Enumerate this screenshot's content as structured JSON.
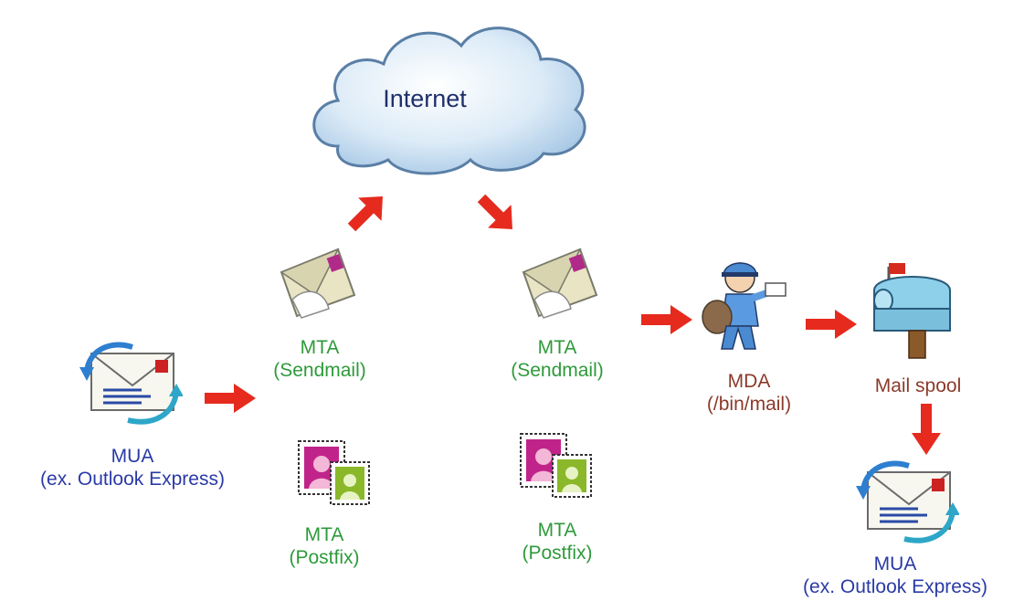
{
  "cloud": {
    "label": "Internet"
  },
  "mua_left": {
    "line1": "MUA",
    "line2": "(ex. Outlook Express)"
  },
  "mta_send_1": {
    "line1": "MTA",
    "line2": "(Sendmail)"
  },
  "mta_post_1": {
    "line1": "MTA",
    "line2": "(Postfix)"
  },
  "mta_send_2": {
    "line1": "MTA",
    "line2": "(Sendmail)"
  },
  "mta_post_2": {
    "line1": "MTA",
    "line2": "(Postfix)"
  },
  "mda": {
    "line1": "MDA",
    "line2": "(/bin/mail)"
  },
  "mail_spool": {
    "label": "Mail spool"
  },
  "mua_right": {
    "line1": "MUA",
    "line2": "(ex. Outlook Express)"
  },
  "colors": {
    "mua": "#2a3aa6",
    "mta": "#2e9a3a",
    "mda": "#8b3a2a",
    "arrow": "#e62a1e"
  }
}
